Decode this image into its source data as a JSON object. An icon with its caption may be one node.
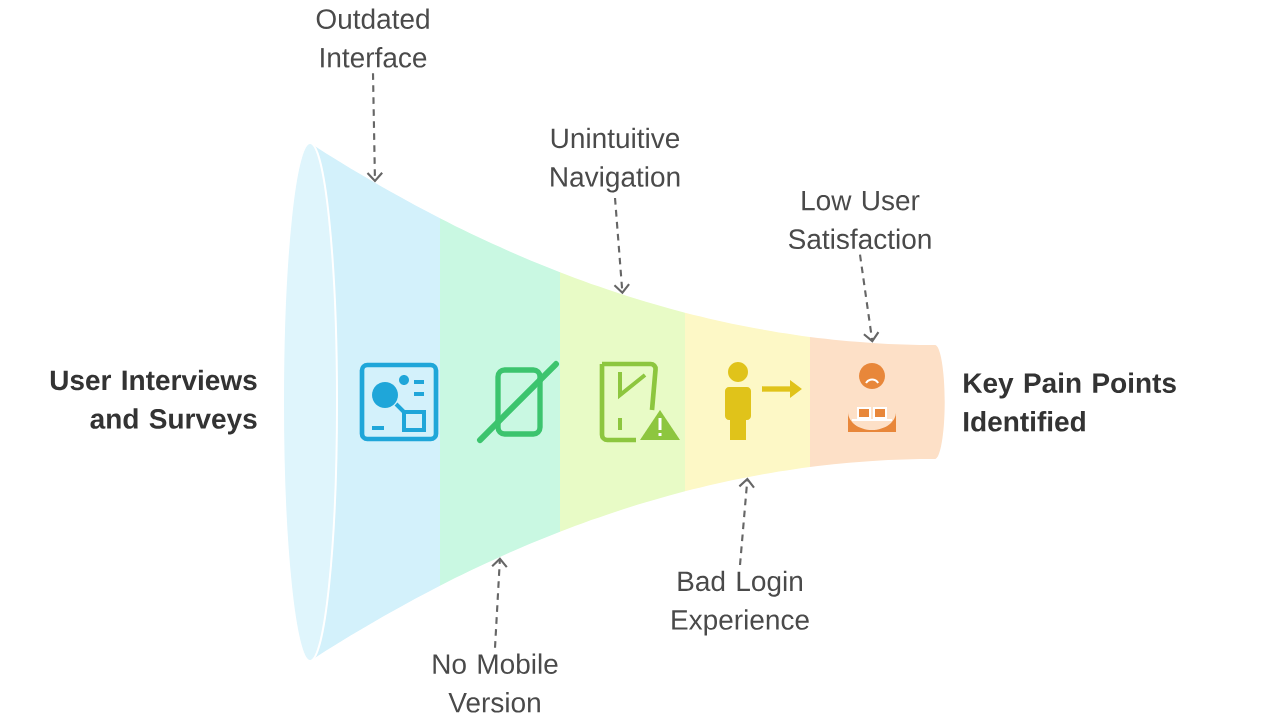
{
  "diagram": {
    "nodes": [
      {
        "text": [],
        "shape": "band"
      },
      {
        "text": [],
        "shape": "band"
      },
      {
        "text": [],
        "shape": "band"
      },
      {
        "text": [],
        "shape": "band"
      },
      {
        "text": [],
        "shape": "band"
      },
      {
        "text": [
          "Outdated Interface"
        ]
      },
      {
        "text": [
          "No Mobile Version"
        ]
      },
      {
        "text": [
          "Unintuitive Navigation"
        ]
      },
      {
        "text": [
          "Bad Login Experience"
        ]
      },
      {
        "text": [
          "Low User Satisfaction"
        ]
      }
    ],
    "edges": [
      {
        "from": 5,
        "to": 0,
        "arrow": "to",
        "style": "dashed"
      },
      {
        "from": 6,
        "to": 1,
        "arrow": "to",
        "style": "dashed"
      },
      {
        "from": 7,
        "to": 2,
        "arrow": "to",
        "style": "dashed"
      },
      {
        "from": 8,
        "to": 3,
        "arrow": "to",
        "style": "dashed"
      },
      {
        "from": 9,
        "to": 4,
        "arrow": "to",
        "style": "dashed"
      }
    ],
    "labels": [
      "User Interviews and Surveys",
      "Key Pain Points Identified"
    ]
  }
}
